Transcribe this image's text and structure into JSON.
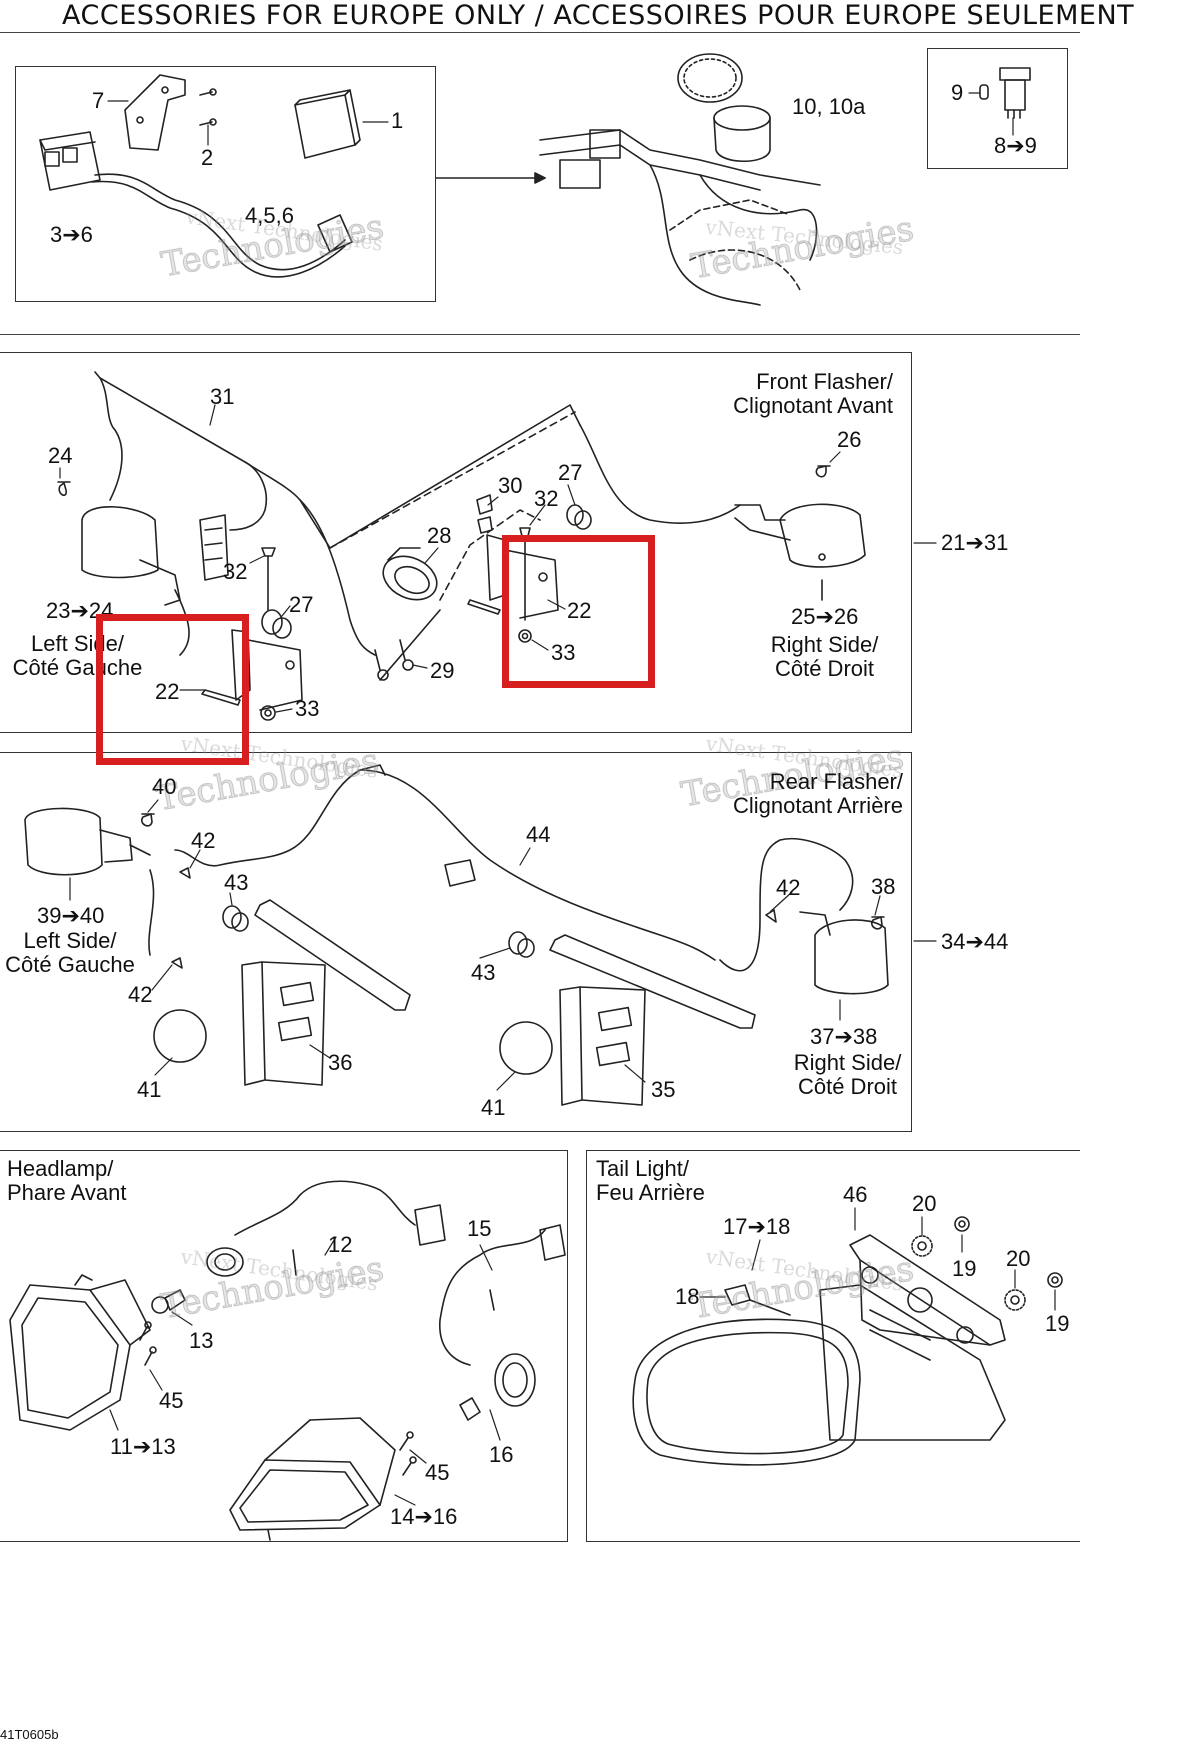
{
  "header": {
    "title": "ACCESSORIES FOR EUROPE ONLY / ACCESSOIRES POUR EUROPE SEULEMENT"
  },
  "section_top": {
    "callouts": [
      "7",
      "1",
      "2",
      "3➔6",
      "4,5,6",
      "10, 10a",
      "9",
      "8➔9"
    ]
  },
  "section_front": {
    "caption_front": "Front Flasher/\nClignotant Avant",
    "caption_left": "Left Side/\nCôté Gauche",
    "caption_right": "Right Side/\nCôté Droit",
    "group_label": "21➔31",
    "callouts": [
      "31",
      "24",
      "26",
      "30",
      "32",
      "27",
      "28",
      "32",
      "27",
      "22",
      "33",
      "29",
      "23➔24",
      "22",
      "33",
      "25➔26"
    ]
  },
  "section_rear": {
    "caption_rear": "Rear Flasher/\nClignotant Arrière",
    "caption_left": "Left Side/\nCôté Gauche",
    "caption_right": "Right Side/\nCôté Droit",
    "group_label": "34➔44",
    "callouts": [
      "40",
      "42",
      "44",
      "43",
      "39➔40",
      "42",
      "43",
      "36",
      "41",
      "42",
      "38",
      "37➔38",
      "41",
      "35"
    ]
  },
  "section_headlamp": {
    "caption": "Headlamp/\nPhare Avant",
    "callouts": [
      "12",
      "15",
      "13",
      "45",
      "11➔13",
      "45",
      "16",
      "14➔16"
    ]
  },
  "section_taillight": {
    "caption": "Tail Light/\nFeu Arrière",
    "callouts": [
      "46",
      "20",
      "17➔18",
      "19",
      "18",
      "20",
      "19"
    ]
  },
  "watermark": {
    "line1": "vNext Technologies",
    "line2": "Technologies"
  },
  "footer": {
    "code": "41T0605b"
  },
  "colors": {
    "highlight": "#d71f1f",
    "line": "#222222"
  }
}
